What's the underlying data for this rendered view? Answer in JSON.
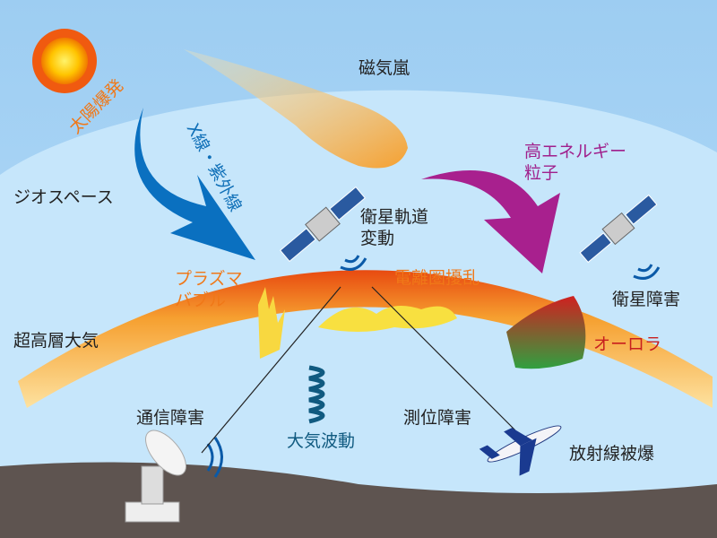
{
  "labels": {
    "solar_flare": "太陽爆発",
    "magnetic_storm": "磁気嵐",
    "xray_uv": "X線・紫外線",
    "geospace": "ジオスペース",
    "satellite_orbit_1": "衛星軌道",
    "satellite_orbit_2": "変動",
    "high_energy_1": "高エネルギー",
    "high_energy_2": "粒子",
    "plasma_bubble_1": "プラズマ",
    "plasma_bubble_2": "バブル",
    "ionosphere": "電離圏擾乱",
    "satellite_failure": "衛星障害",
    "upper_atmosphere": "超高層大気",
    "aurora": "オーロラ",
    "communication": "通信障害",
    "atmospheric_wave": "大気波動",
    "positioning": "測位障害",
    "radiation": "放射線被爆"
  },
  "colors": {
    "orange": "#f07818",
    "blue": "#1070b8",
    "purple": "#a0208c",
    "red": "#c81e1e",
    "dark": "#222222",
    "teal": "#105a80"
  }
}
